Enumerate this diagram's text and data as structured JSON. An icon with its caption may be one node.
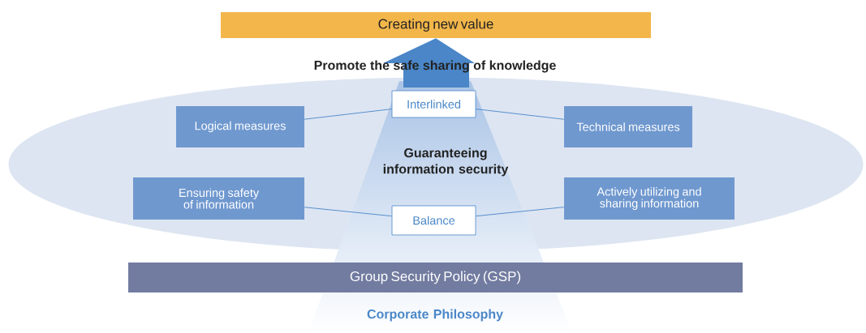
{
  "diagram": {
    "nodes": [
      {
        "text": [
          "Creating new value"
        ]
      },
      {
        "text": [],
        "shape": "ellipse"
      },
      {
        "text": [
          "Logical measures"
        ],
        "in": 1
      },
      {
        "text": [
          "Interlinked"
        ],
        "in": 1
      },
      {
        "text": [
          "Technical measures"
        ],
        "in": 1
      },
      {
        "text": [
          "Ensuring safety of information"
        ],
        "in": 1
      },
      {
        "text": [
          "Balance"
        ],
        "in": 1
      },
      {
        "text": [
          "Actively utilizing and sharing information"
        ],
        "in": 1
      },
      {
        "text": [
          "Group Security Policy (GSP)"
        ]
      }
    ],
    "edges": [
      {
        "from": null,
        "to": 0,
        "arrow": "to",
        "style": "thick",
        "label": "Promote the safe sharing of knowledge"
      },
      {
        "from": 2,
        "to": 3,
        "arrow": "none"
      },
      {
        "from": 3,
        "to": 4,
        "arrow": "none"
      },
      {
        "from": 5,
        "to": 6,
        "arrow": "none"
      },
      {
        "from": 6,
        "to": 7,
        "arrow": "none"
      }
    ],
    "labels": [
      "Guaranteeing information security",
      "Corporate Philosophy"
    ]
  }
}
